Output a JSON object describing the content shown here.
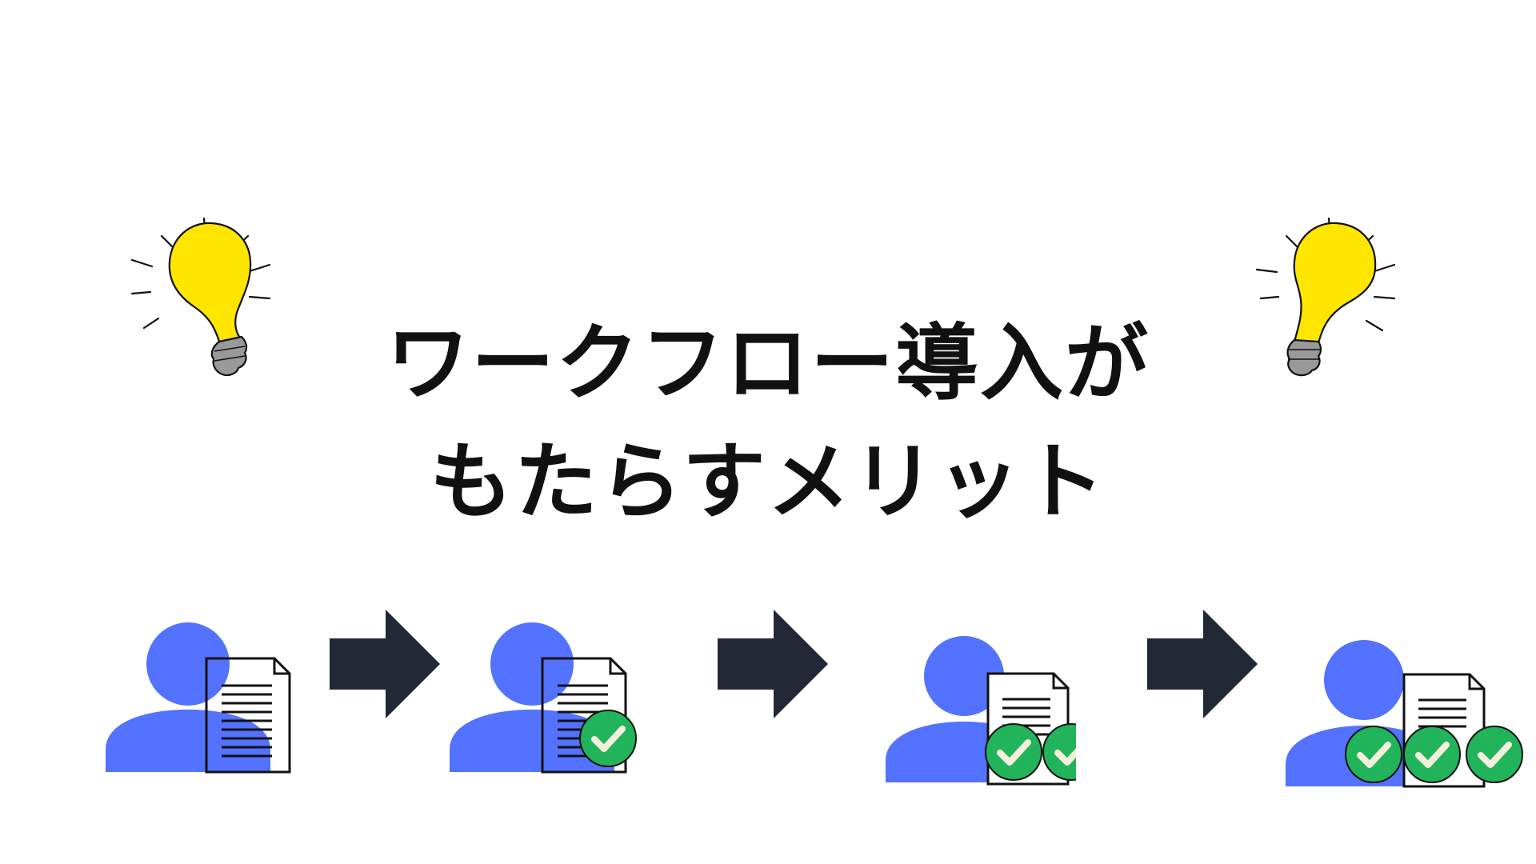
{
  "title": {
    "line1": "ワークフロー導入が",
    "line2": "もたらすメリット"
  },
  "colors": {
    "person": "#5272FF",
    "arrow": "#242736",
    "check": "#22B45A",
    "bulb": "#FFE600",
    "bulb_base": "#999999"
  },
  "icons": {
    "bulb": "lightbulb-icon",
    "person": "person-icon",
    "document": "document-icon",
    "check": "check-badge-icon",
    "arrow": "arrow-right-icon"
  },
  "flow": [
    {
      "approvals": 0
    },
    {
      "approvals": 1
    },
    {
      "approvals": 2
    },
    {
      "approvals": 3
    }
  ]
}
